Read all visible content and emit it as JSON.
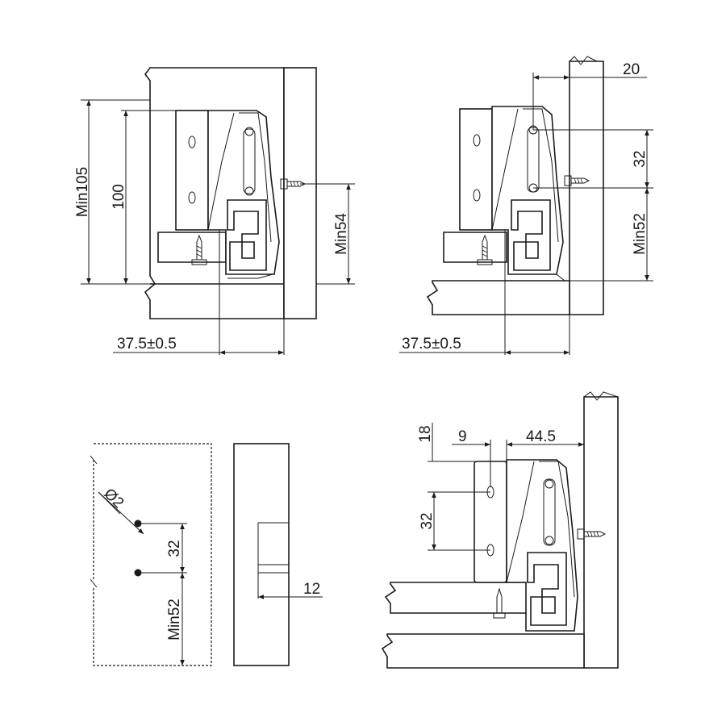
{
  "drawing": {
    "top_left": {
      "height_min": "Min105",
      "height": "100",
      "min_gap": "Min54",
      "offset": "37.5±0.5"
    },
    "top_right": {
      "width": "20",
      "hole_spacing": "32",
      "min_gap": "Min52",
      "offset": "37.5±0.5"
    },
    "bottom_left": {
      "hole_diameter": "Ø2",
      "hole_spacing": "32",
      "min_gap": "Min52",
      "depth": "12"
    },
    "bottom_right": {
      "top_gap": "18",
      "hole_spacing": "32",
      "offset_small": "9",
      "offset_large": "44.5"
    }
  }
}
